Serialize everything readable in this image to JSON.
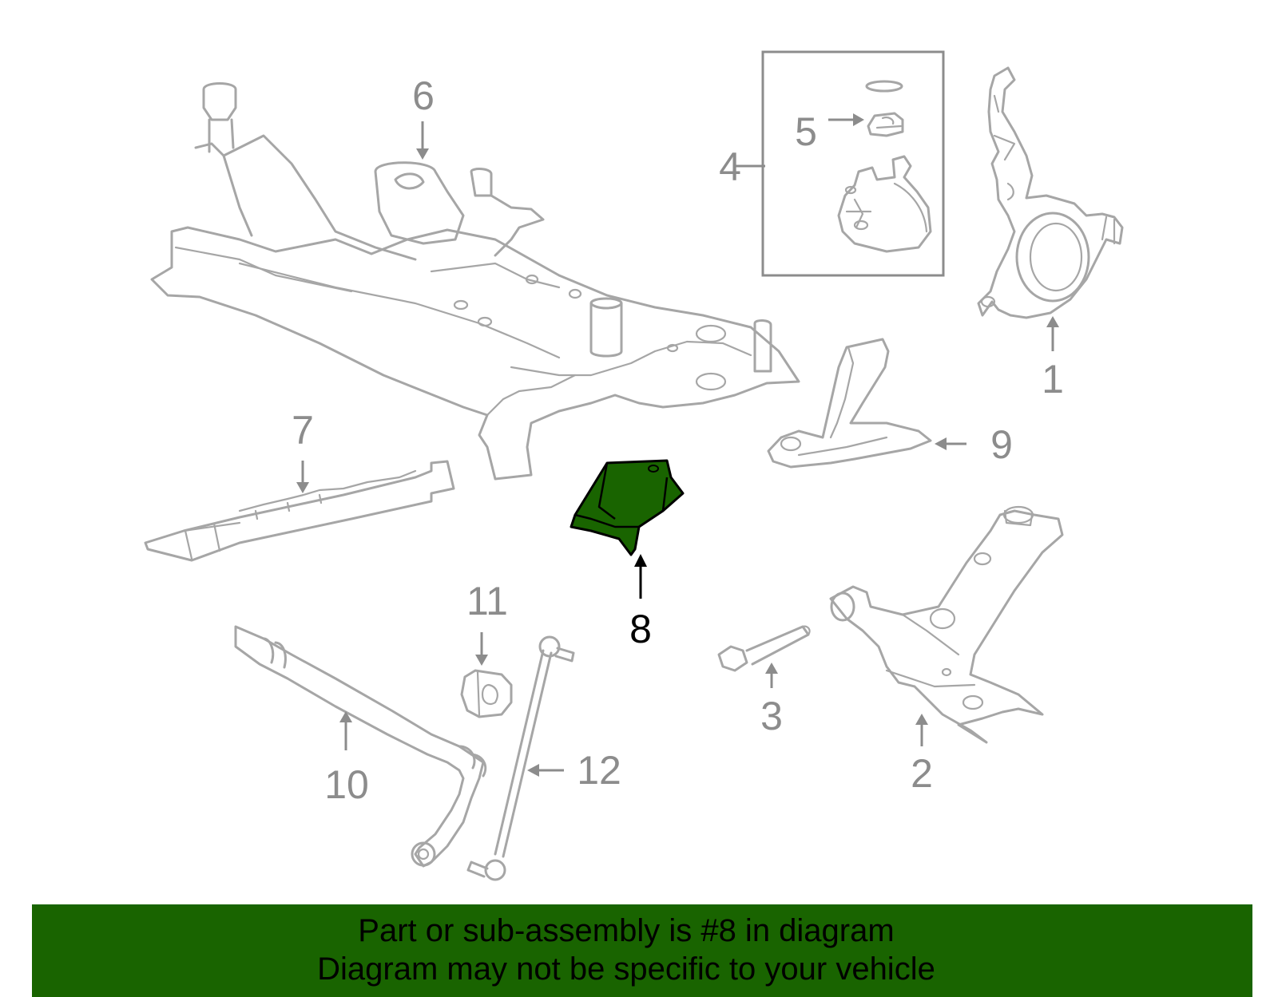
{
  "diagram": {
    "callouts": [
      {
        "id": "1",
        "label": "1"
      },
      {
        "id": "2",
        "label": "2"
      },
      {
        "id": "3",
        "label": "3"
      },
      {
        "id": "4",
        "label": "4"
      },
      {
        "id": "5",
        "label": "5"
      },
      {
        "id": "6",
        "label": "6"
      },
      {
        "id": "7",
        "label": "7"
      },
      {
        "id": "8",
        "label": "8"
      },
      {
        "id": "9",
        "label": "9"
      },
      {
        "id": "10",
        "label": "10"
      },
      {
        "id": "11",
        "label": "11"
      },
      {
        "id": "12",
        "label": "12"
      }
    ],
    "highlighted_part": "8",
    "colors": {
      "highlight_fill": "#196400",
      "part_stroke": "#a6a6a6",
      "callout_text": "#8c8c8c",
      "highlight_text": "#000000",
      "banner_background": "#196400"
    }
  },
  "banner": {
    "line1": "Part or sub-assembly is #8 in diagram",
    "line2": "Diagram may not be specific to your vehicle"
  }
}
